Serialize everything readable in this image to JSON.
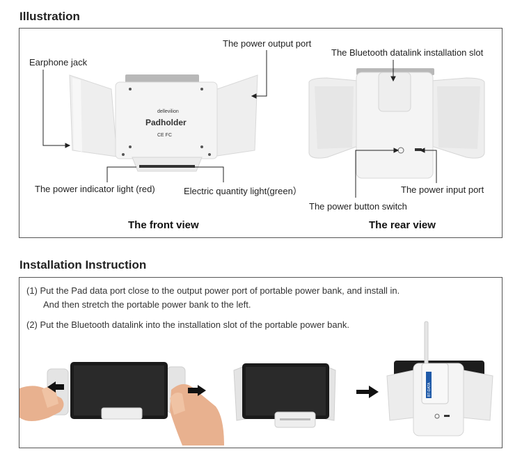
{
  "illustration": {
    "heading": "Illustration",
    "labels": {
      "earphone_jack": "Earphone jack",
      "power_output_port": "The power output port",
      "bluetooth_slot": "The Bluetooth datalink installation slot",
      "power_indicator": "The power indicator light (red)",
      "electric_quantity": "Electric quantity light(green）",
      "power_input_port": "The power input port",
      "power_button": "The power button switch"
    },
    "front_view": "The front view",
    "rear_view": "The rear view",
    "device_brand": "dellevilion",
    "device_name": "Padholder",
    "device_marks": "CE FC"
  },
  "installation": {
    "heading": "Installation Instruction",
    "step1_line1": "(1) Put the Pad data port close to the output power port of portable power bank, and install in.",
    "step1_line2": "And then stretch the portable power bank to the left.",
    "step2": "(2) Put the Bluetooth datalink into the installation slot of the portable power bank.",
    "datalink_text": "BT-DATA"
  }
}
